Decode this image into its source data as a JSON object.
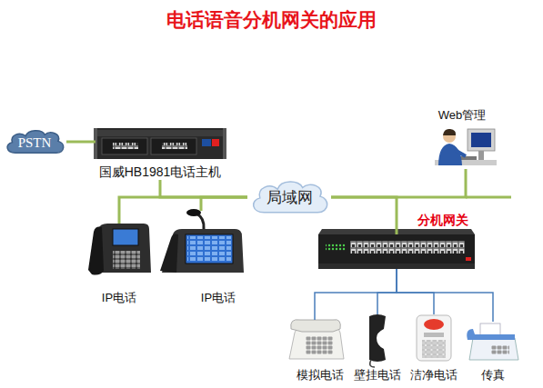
{
  "diagram": {
    "title": "电话语音分机网关的应用",
    "nodes": [
      {
        "text": [
          "PSTN"
        ]
      },
      {
        "text": [
          "国威HB1981电话主机"
        ]
      },
      {
        "text": [
          "Web管理"
        ]
      },
      {
        "text": [
          "局域网"
        ]
      },
      {
        "text": [
          "IP电话"
        ]
      },
      {
        "text": [
          "IP电话"
        ]
      },
      {
        "text": [
          "分机网关"
        ]
      },
      {
        "text": [
          "模拟电话"
        ]
      },
      {
        "text": [
          "壁挂电话"
        ]
      },
      {
        "text": [
          "洁净电话"
        ]
      },
      {
        "text": [
          "传真"
        ]
      }
    ],
    "edges": [
      {
        "from": 0,
        "to": 1,
        "arrow": "none"
      },
      {
        "from": 1,
        "to": 3,
        "arrow": "none"
      },
      {
        "from": 4,
        "to": 3,
        "arrow": "none"
      },
      {
        "from": 5,
        "to": 3,
        "arrow": "none"
      },
      {
        "from": 3,
        "to": 2,
        "arrow": "none"
      },
      {
        "from": 3,
        "to": 6,
        "arrow": "none"
      },
      {
        "from": 6,
        "to": 7,
        "arrow": "none"
      },
      {
        "from": 6,
        "to": 8,
        "arrow": "none"
      },
      {
        "from": 6,
        "to": 9,
        "arrow": "none"
      },
      {
        "from": 6,
        "to": 10,
        "arrow": "none"
      }
    ]
  }
}
